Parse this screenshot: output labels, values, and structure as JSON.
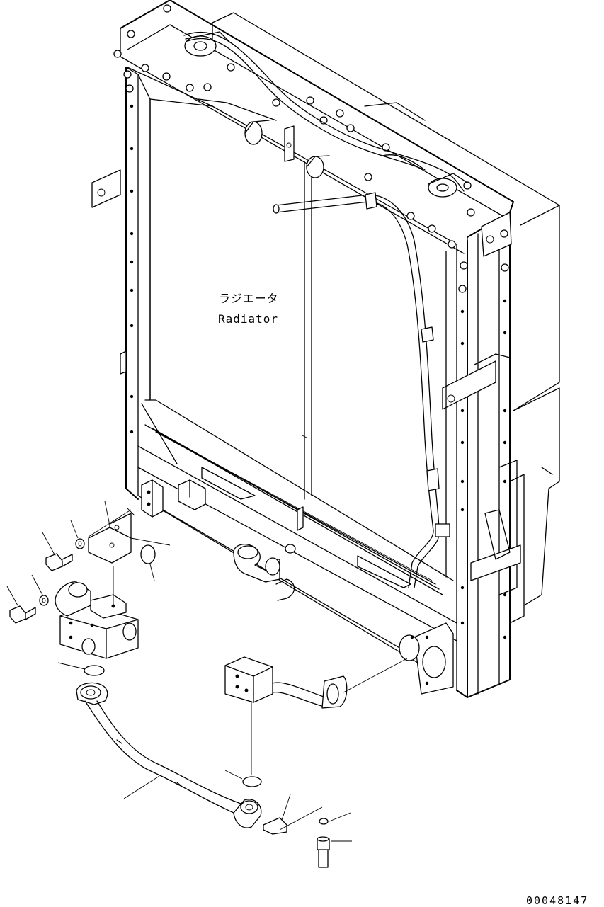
{
  "labels": {
    "radiator_jp": "ラジエータ",
    "radiator_en": "Radiator"
  },
  "drawing_number": "00048147",
  "colors": {
    "line": "#000000",
    "background": "#ffffff"
  }
}
